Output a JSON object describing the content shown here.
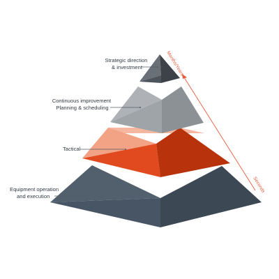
{
  "colors": {
    "level1_top": "#4d545c",
    "level1_left": "#6a7077",
    "level1_right": "#3c4248",
    "level2_left": "#aeb2b7",
    "level2_right": "#8c9196",
    "level3_left": "#f2a385",
    "level3_right": "#d2400f",
    "level3_front": "#e04a1e",
    "level4_left": "#52606e",
    "level4_right": "#3d4855",
    "level4_front": "#475565",
    "timeline": "#e8593a",
    "label_text": "#333a44",
    "leader_line": "#555c66"
  },
  "levels": [
    {
      "label_lines": [
        "Strategic direction",
        "& investment"
      ]
    },
    {
      "label_lines": [
        "Continuous improvement",
        "Planning & scheduling"
      ]
    },
    {
      "label_lines": [
        "Tactical"
      ]
    },
    {
      "label_lines": [
        "Equipment operation",
        "and execution"
      ]
    }
  ],
  "timescale": {
    "top_label": "Months/Years",
    "bottom_label": "Seconds"
  }
}
